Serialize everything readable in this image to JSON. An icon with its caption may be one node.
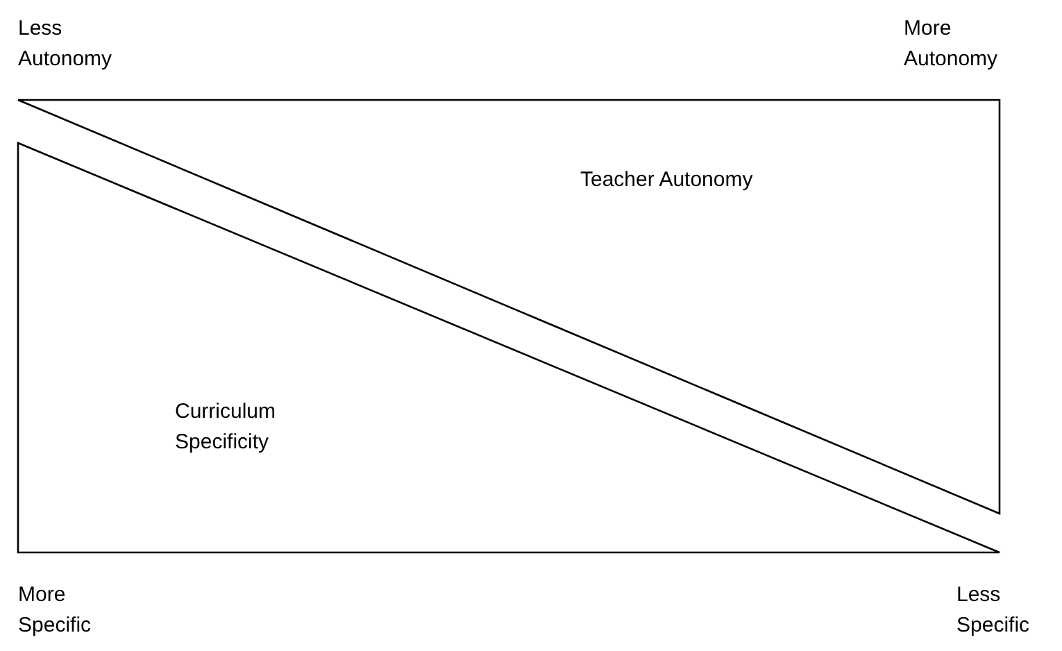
{
  "diagram": {
    "nodes": [
      {
        "text": [
          "Teacher Autonomy"
        ]
      },
      {
        "text": [
          "Curriculum Specificity"
        ]
      }
    ],
    "labels": [
      "Less Autonomy",
      "More Autonomy",
      "More Specific",
      "Less Specific"
    ]
  }
}
